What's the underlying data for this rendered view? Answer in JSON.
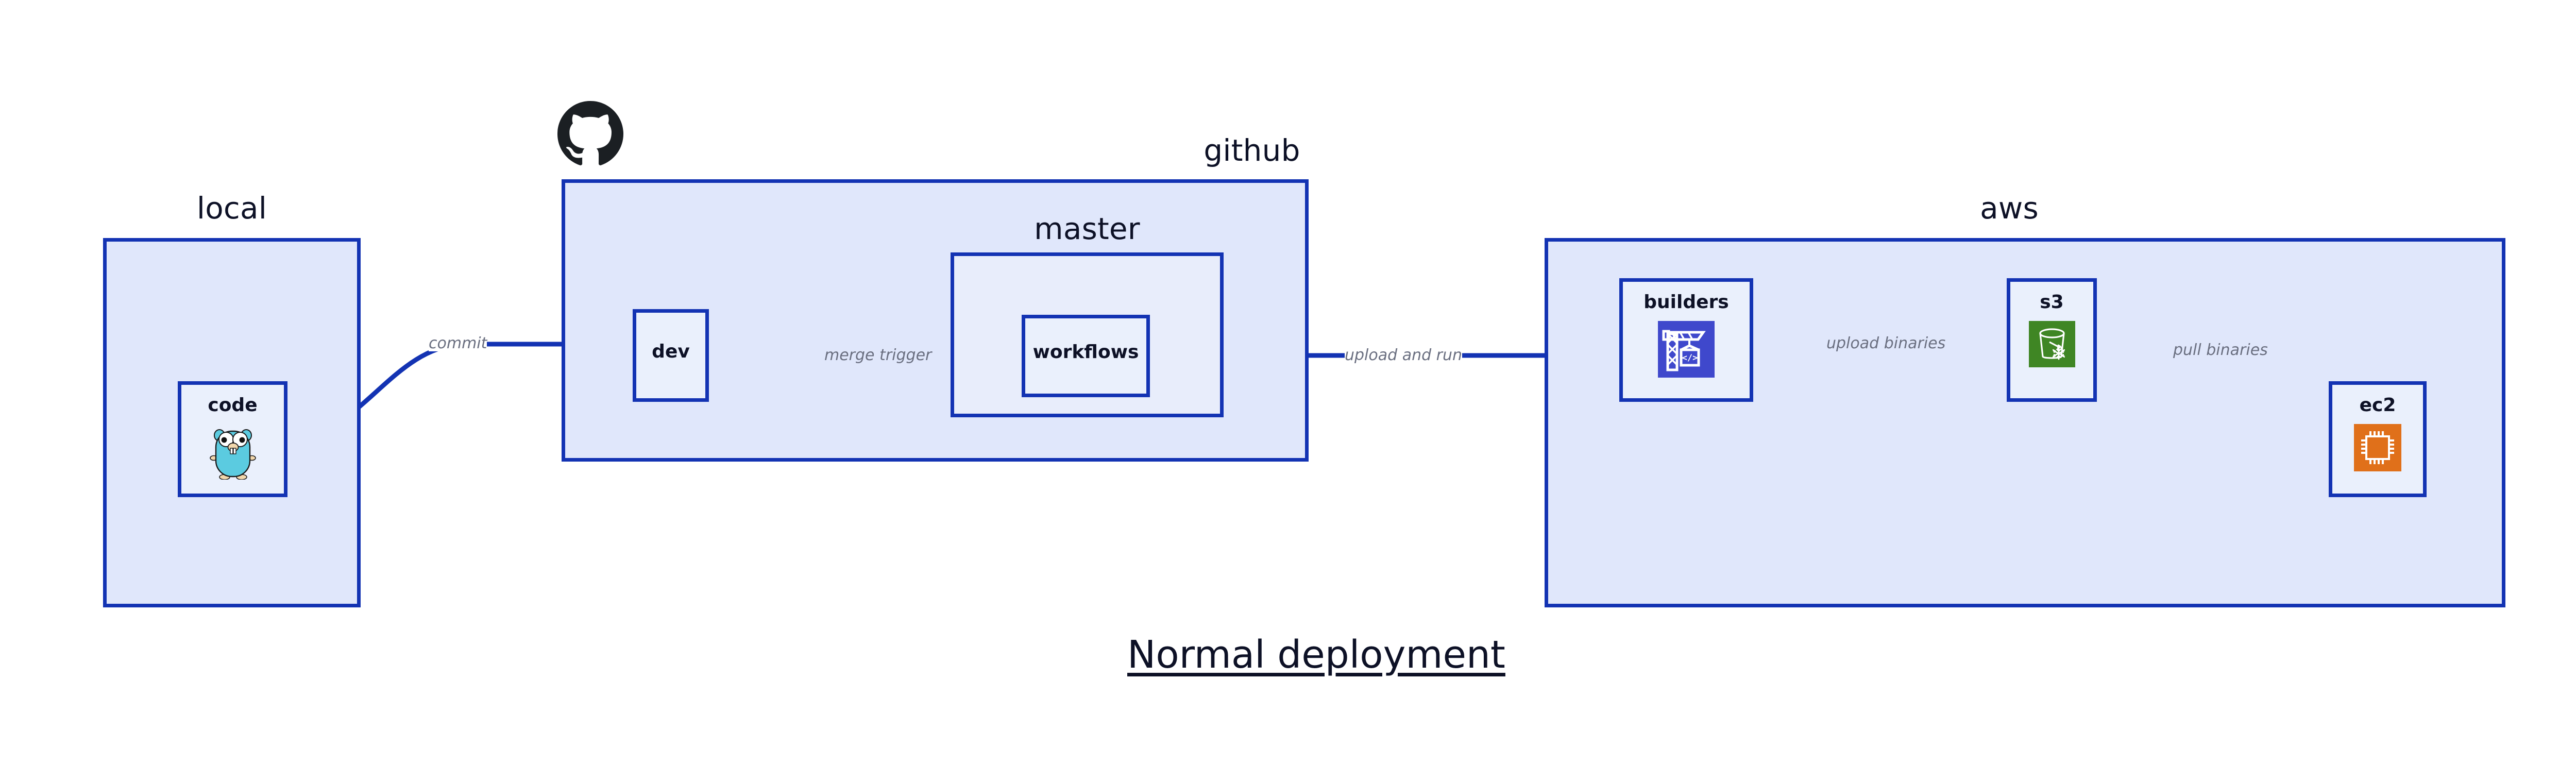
{
  "title": "Normal deployment",
  "colors": {
    "cluster_border": "#1333b3",
    "cluster_fill": "#e0e7fb",
    "inner_cluster_fill": "#e8edfb",
    "node_fill": "#eaf0fc",
    "edge": "#1333b3",
    "edge_label": "#6a6f80",
    "text": "#0d1126",
    "codebuild_purple": "#3f48cc",
    "s3_green": "#3f8624",
    "ec2_orange": "#e0701a",
    "gopher_cyan": "#5bcbe0",
    "github_black": "#1b1f23"
  },
  "clusters": [
    {
      "id": "local",
      "label": "local"
    },
    {
      "id": "github",
      "label": "github"
    },
    {
      "id": "master",
      "label": "master"
    },
    {
      "id": "aws",
      "label": "aws"
    }
  ],
  "nodes": [
    {
      "id": "code",
      "label": "code",
      "icon": "go-gopher-icon"
    },
    {
      "id": "dev",
      "label": "dev",
      "icon": "none"
    },
    {
      "id": "workflows",
      "label": "workflows",
      "icon": "none"
    },
    {
      "id": "builders",
      "label": "builders",
      "icon": "aws-codebuild-icon"
    },
    {
      "id": "s3",
      "label": "s3",
      "icon": "aws-s3-glacier-icon"
    },
    {
      "id": "ec2",
      "label": "ec2",
      "icon": "aws-ec2-icon"
    }
  ],
  "edges": [
    {
      "from": "code",
      "to": "dev",
      "label": "commit"
    },
    {
      "from": "dev",
      "to": "workflows",
      "label": "merge trigger"
    },
    {
      "from": "workflows",
      "to": "builders",
      "label": "upload and run"
    },
    {
      "from": "builders",
      "to": "s3",
      "label": "upload binaries"
    },
    {
      "from": "s3",
      "to": "ec2",
      "label": "pull binaries"
    }
  ],
  "logos": [
    {
      "id": "github-logo",
      "name": "github-octocat-icon"
    }
  ]
}
